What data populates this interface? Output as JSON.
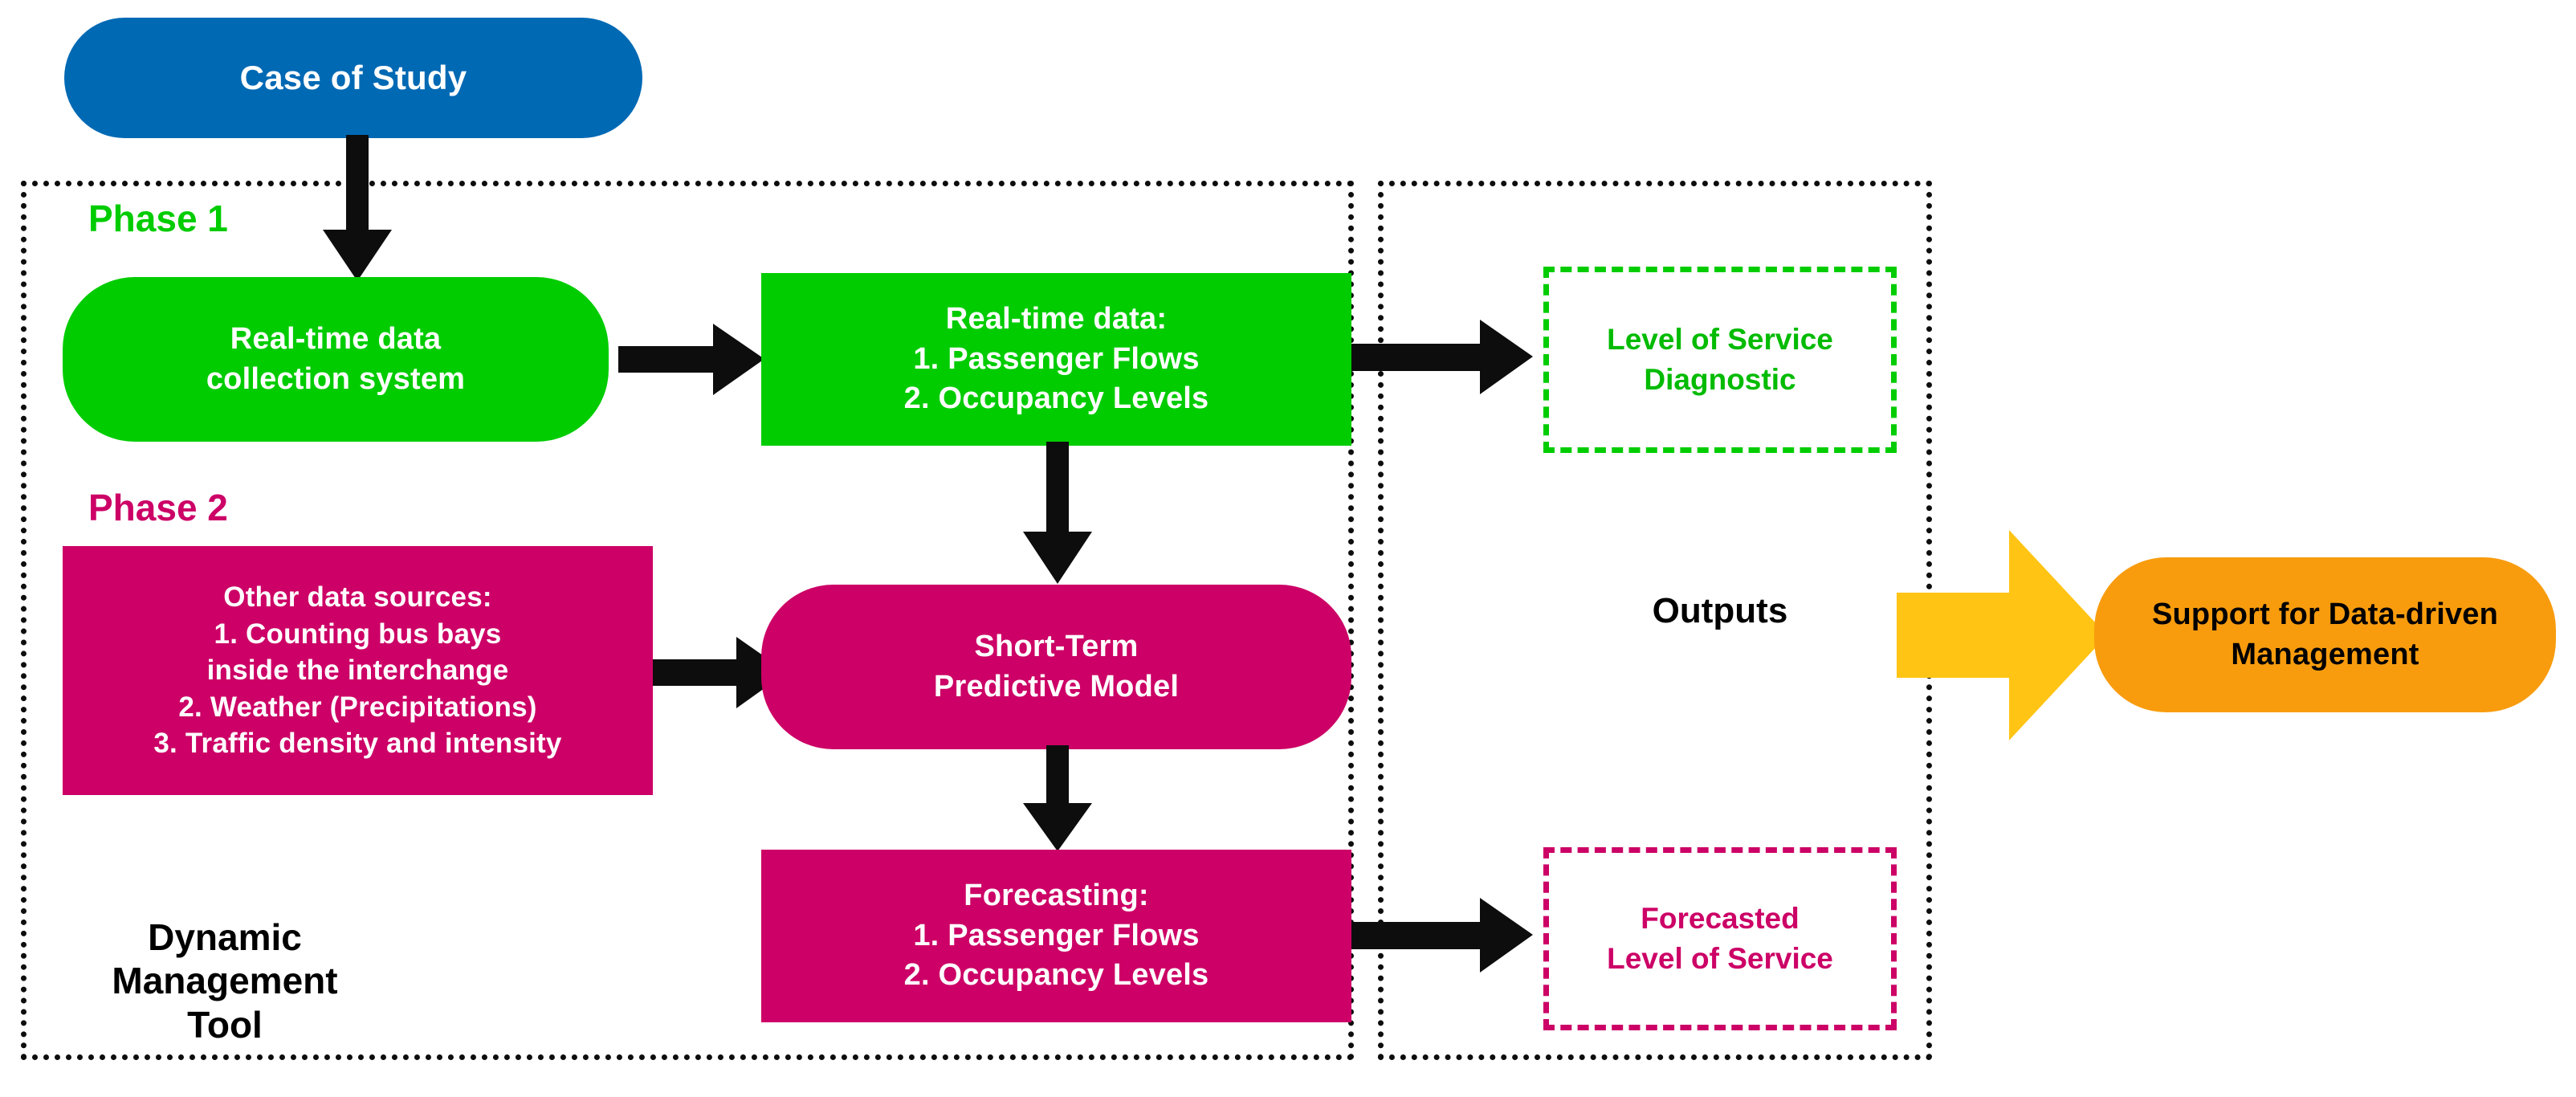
{
  "diagram": {
    "title_nodes": {
      "case_of_study": "Case of Study",
      "realtime_collection": [
        "Real-time data",
        "collection system"
      ],
      "realtime_data": [
        "Real-time data:",
        "1. Passenger Flows",
        "2. Occupancy Levels"
      ],
      "other_sources": [
        "Other data sources:",
        "1. Counting bus bays",
        "inside the interchange",
        "2. Weather (Precipitations)",
        "3. Traffic density and intensity"
      ],
      "predictive_model": [
        "Short-Term",
        "Predictive Model"
      ],
      "forecasting": [
        "Forecasting:",
        "1. Passenger Flows",
        "2. Occupancy Levels"
      ],
      "los_diagnostic": [
        "Level of Service",
        "Diagnostic"
      ],
      "forecasted_los": [
        "Forecasted",
        "Level of Service"
      ],
      "support_management": [
        "Support for Data-driven",
        "Management"
      ]
    },
    "labels": {
      "phase1": "Phase 1",
      "phase2": "Phase 2",
      "tool": [
        "Dynamic",
        "Management",
        "Tool"
      ],
      "outputs": "Outputs"
    },
    "colors": {
      "blue": "#0069b4",
      "green": "#00cc00",
      "magenta": "#cc0066",
      "orange": "#f89c0e",
      "yellow": "#ffc414",
      "black": "#0d0d0d",
      "white": "#ffffff"
    }
  }
}
